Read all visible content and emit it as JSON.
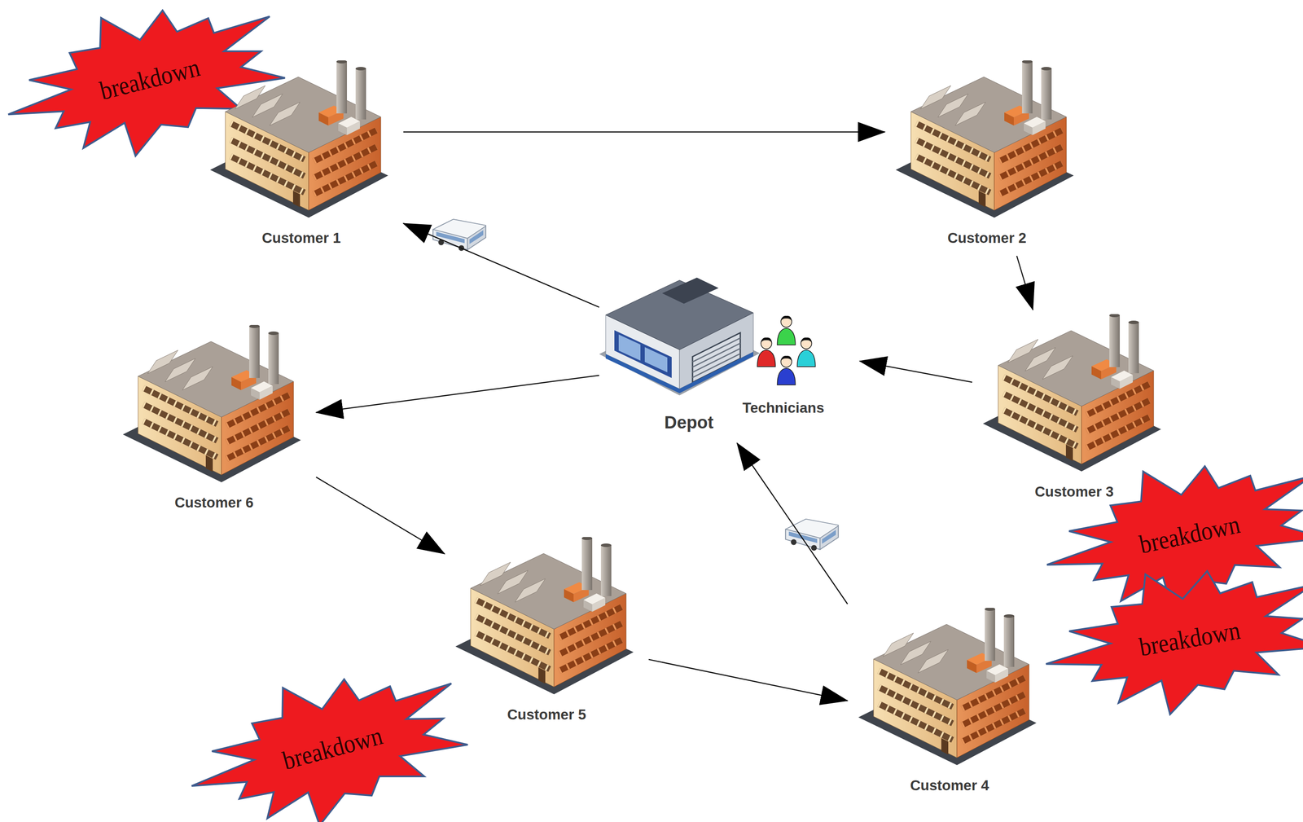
{
  "diagram": {
    "nodes": [
      {
        "text": [
          "Customer 1"
        ]
      },
      {
        "text": [
          "Customer 2"
        ]
      },
      {
        "text": [
          "Customer 3"
        ]
      },
      {
        "text": [
          "Customer 4"
        ]
      },
      {
        "text": [
          "Customer 5"
        ]
      },
      {
        "text": [
          "Customer 6"
        ]
      },
      {
        "text": [
          "Depot",
          "Technicians"
        ]
      }
    ],
    "edges": [
      {
        "from": 6,
        "to": 0,
        "arrow": "to"
      },
      {
        "from": 0,
        "to": 1,
        "arrow": "to"
      },
      {
        "from": 1,
        "to": 2,
        "arrow": "to"
      },
      {
        "from": 2,
        "to": 6,
        "arrow": "to"
      },
      {
        "from": 3,
        "to": 6,
        "arrow": "to"
      },
      {
        "from": 6,
        "to": 5,
        "arrow": "to"
      },
      {
        "from": 5,
        "to": 4,
        "arrow": "to"
      },
      {
        "from": 4,
        "to": 3,
        "arrow": "to"
      }
    ],
    "labels": [
      "breakdown",
      "breakdown",
      "breakdown",
      "breakdown"
    ]
  }
}
